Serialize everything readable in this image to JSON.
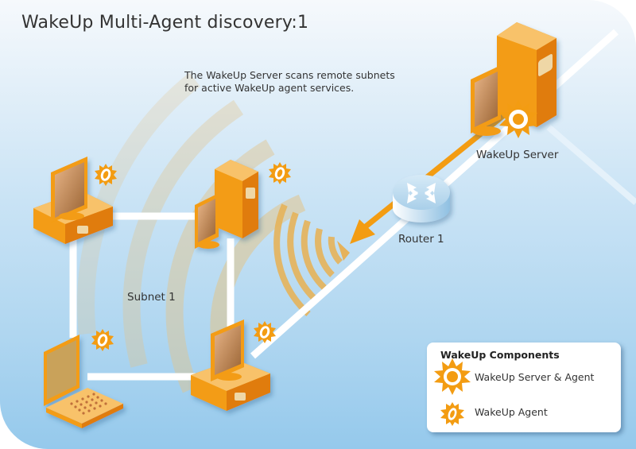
{
  "title": "WakeUp Multi-Agent discovery:1",
  "description": {
    "line1": "The WakeUp Server scans remote subnets",
    "line2": "for active WakeUp agent services."
  },
  "nodes": {
    "server_label": "WakeUp Server",
    "router_label": "Router 1",
    "subnet_label": "Subnet 1"
  },
  "legend": {
    "title": "WakeUp Components",
    "items": [
      {
        "icon": "sun-ring-icon",
        "label": "WakeUp Server & Agent"
      },
      {
        "icon": "gear-ring-icon",
        "label": "WakeUp Agent"
      }
    ]
  },
  "colors": {
    "orange": "#f39c12",
    "orange_dark": "#e07b10",
    "orange_light": "#f8c26a",
    "screen": "#c98e5a",
    "router": "#b8d8ee",
    "link": "#ffffff",
    "wave": "#e0b35a"
  }
}
